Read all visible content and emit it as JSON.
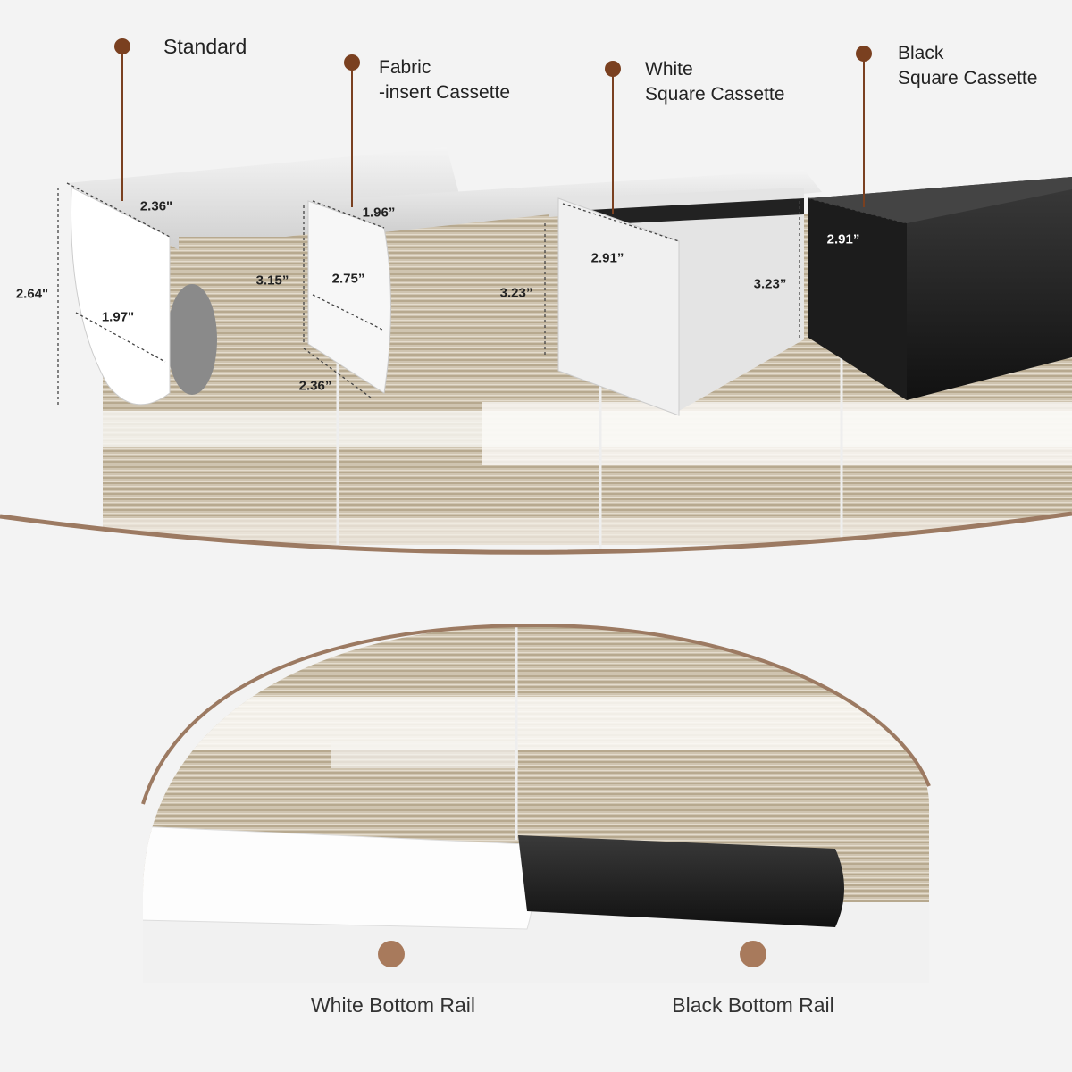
{
  "colors": {
    "accent_brown": "#7a4020",
    "dot_light_brown": "#a87a5c",
    "arc": "#9c7a62",
    "fabric": "#c9bda8",
    "background": "#f3f3f3"
  },
  "top_labels": [
    {
      "text": "Standard"
    },
    {
      "text": "Fabric\n-insert Cassette"
    },
    {
      "text": "White\nSquare Cassette"
    },
    {
      "text": "Black\nSquare Cassette"
    }
  ],
  "dimensions": {
    "standard_depth": "2.36\"",
    "standard_height": "2.64\"",
    "standard_width": "1.97\"",
    "fabric_top": "1.96”",
    "fabric_height": "3.15”",
    "fabric_face": "2.75”",
    "fabric_depth": "2.36”",
    "fabric_side_height": "3.23”",
    "white_depth": "2.91”",
    "white_height": "3.23”",
    "black_depth": "2.91”"
  },
  "bottom_labels": {
    "white_rail": "White Bottom Rail",
    "black_rail": "Black Bottom Rail"
  }
}
